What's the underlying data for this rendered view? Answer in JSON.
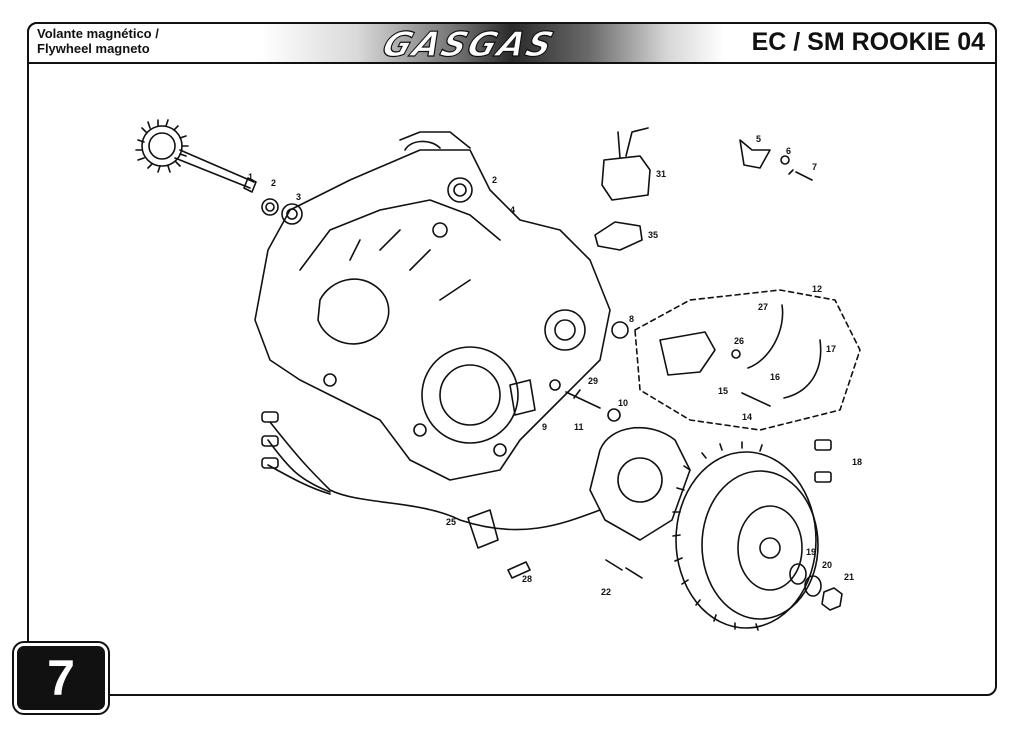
{
  "header": {
    "title_es": "Volante magnético /",
    "title_en": "Flywheel magneto",
    "brand": "GASGAS",
    "model": "EC / SM ROOKIE 04"
  },
  "page_tab": {
    "number": "7"
  },
  "callouts": [
    "1",
    "2",
    "3",
    "2",
    "4",
    "31",
    "5",
    "6",
    "7",
    "35",
    "8",
    "12",
    "27",
    "26",
    "17",
    "29",
    "16",
    "15",
    "14",
    "9",
    "11",
    "10",
    "18",
    "25",
    "28",
    "22",
    "19",
    "20",
    "21"
  ],
  "icons": {
    "diagram": "exploded-engine-diagram-icon"
  }
}
